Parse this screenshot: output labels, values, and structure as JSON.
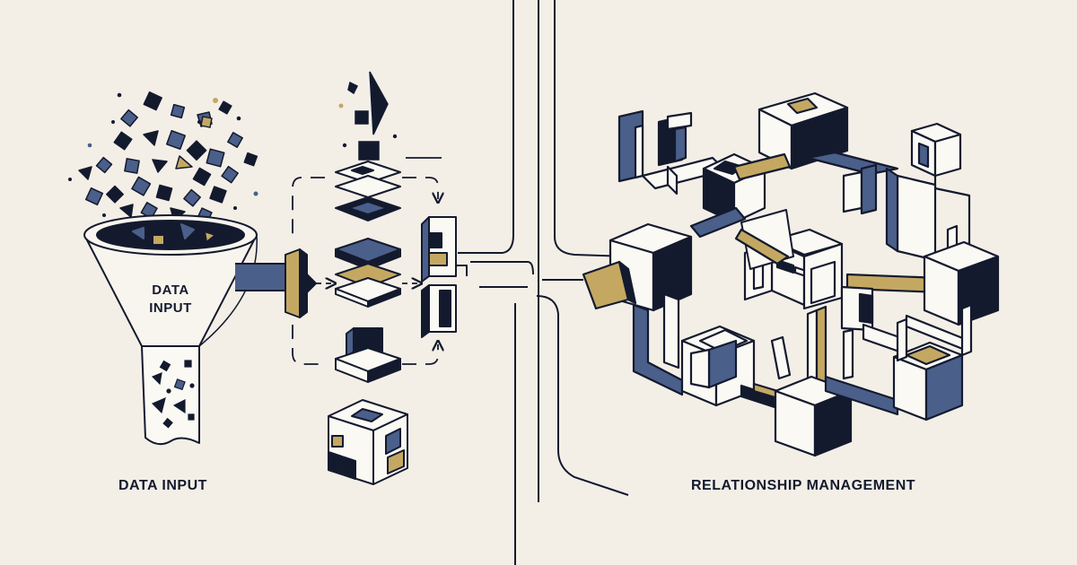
{
  "colors": {
    "background": "#f3efe7",
    "ink": "#141a2e",
    "slate_blue": "#4a5f8a",
    "gold": "#c4a862",
    "paper": "#fbf9f4"
  },
  "funnel": {
    "label": "DATA\nINPUT",
    "icon": "funnel-icon"
  },
  "captions": {
    "left": "DATA INPUT",
    "right": "RELATIONSHIP MANAGEMENT"
  },
  "sections": [
    {
      "name": "data-input",
      "icons": [
        "funnel-icon",
        "arrow-right-icon",
        "stacked-layers-icon",
        "pillar-blocks-icon",
        "cube-icon"
      ]
    },
    {
      "name": "relationship-management",
      "icons": [
        "cube-network-icon"
      ]
    }
  ]
}
